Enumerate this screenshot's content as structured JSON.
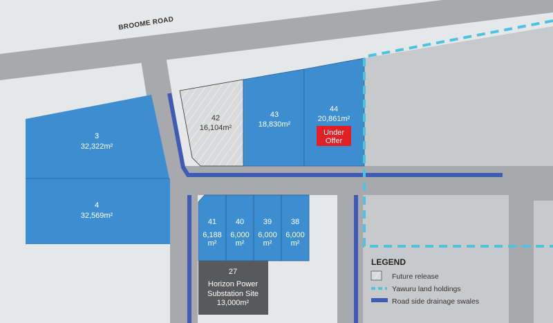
{
  "road_label": "BROOME ROAD",
  "colors": {
    "background": "#e6e7e8",
    "road": "#a7a9ac",
    "yawuru_area": "#c8c9cb",
    "lot": "#3d8ed0",
    "substation": "#58595b",
    "under_offer": "#e31e24",
    "swale": "#3f5bb5",
    "yawuru_dash": "#4ec3e0"
  },
  "lots": {
    "l3": {
      "number": "3",
      "area": "32,322m²"
    },
    "l4": {
      "number": "4",
      "area": "32,569m²"
    },
    "l42": {
      "number": "42",
      "area": "16,104m²"
    },
    "l43": {
      "number": "43",
      "area": "18,830m²"
    },
    "l44": {
      "number": "44",
      "area": "20,861m²",
      "badge_line1": "Under",
      "badge_line2": "Offer"
    },
    "l41": {
      "number": "41",
      "area": "6,188",
      "unit": "m²"
    },
    "l40": {
      "number": "40",
      "area": "6,000",
      "unit": "m²"
    },
    "l39": {
      "number": "39",
      "area": "6,000",
      "unit": "m²"
    },
    "l38": {
      "number": "38",
      "area": "6,000",
      "unit": "m²"
    },
    "l27": {
      "number": "27",
      "line1": "Horizon Power",
      "line2": "Substation Site",
      "area": "13,000m²"
    }
  },
  "legend": {
    "title": "LEGEND",
    "items": [
      {
        "icon": "hatched-square",
        "label": "Future release"
      },
      {
        "icon": "cyan-dashed-line",
        "label": "Yawuru land holdings"
      },
      {
        "icon": "blue-bar",
        "label": "Road side drainage swales"
      }
    ]
  }
}
